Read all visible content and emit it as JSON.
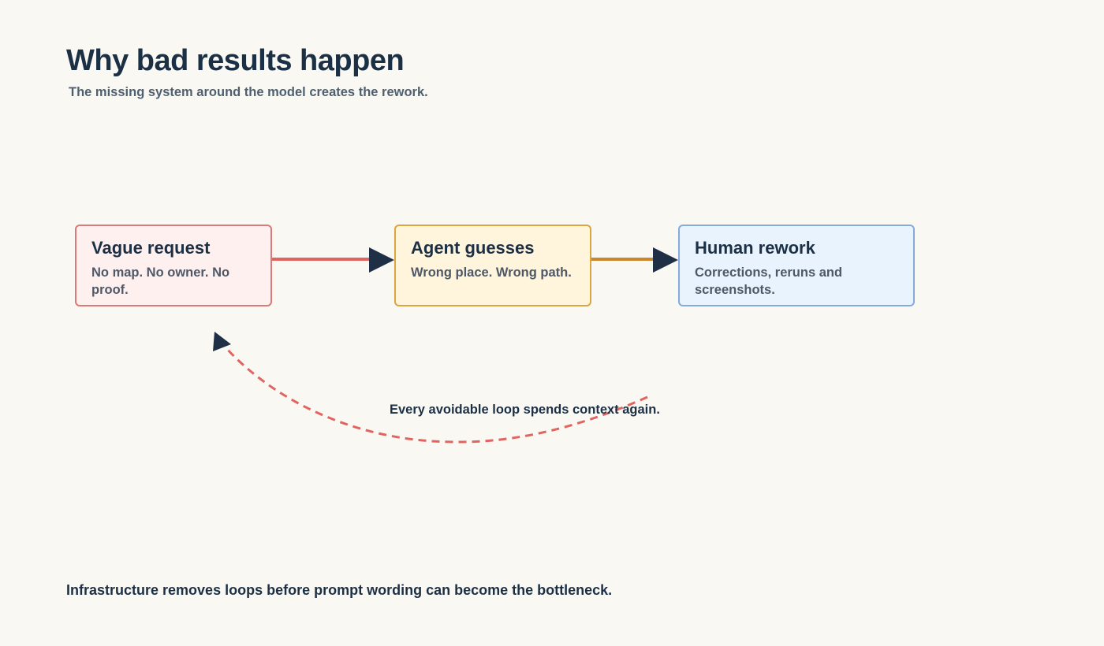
{
  "header": {
    "title": "Why bad results happen",
    "subtitle": "The missing system around the model creates the rework."
  },
  "nodes": [
    {
      "id": "vague",
      "title": "Vague request",
      "body": "No map. No owner. No proof."
    },
    {
      "id": "agent",
      "title": "Agent guesses",
      "body": "Wrong place. Wrong path."
    },
    {
      "id": "human",
      "title": "Human rework",
      "body": "Corrections, reruns and screenshots."
    }
  ],
  "loop": {
    "label": "Every avoidable loop spends context again."
  },
  "footer": {
    "text": "Infrastructure removes loops before prompt wording can become the bottleneck."
  },
  "colors": {
    "background": "#faf8f3",
    "text_dark": "#1b2f45",
    "vague_fill": "#fff0f0",
    "vague_border": "#d97a78",
    "agent_fill": "#fff4dc",
    "agent_border": "#dba53f",
    "human_fill": "#e8f3fd",
    "human_border": "#86abd9",
    "edge_red": "#e06561",
    "edge_amber": "#c9862a",
    "arrowhead": "#1f3046"
  }
}
